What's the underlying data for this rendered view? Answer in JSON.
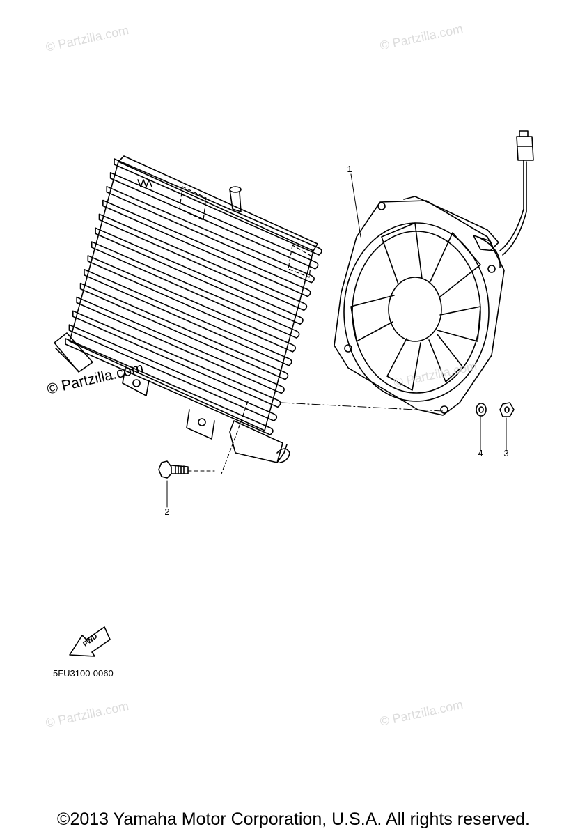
{
  "callouts": {
    "fan_motor": "1",
    "bolt": "2",
    "nut": "3",
    "washer": "4"
  },
  "watermark_text": "© Partzilla.com",
  "diagram_code": "5FU3100-0060",
  "fwd_label": "FWD",
  "copyright": "©2013 Yamaha Motor Corporation, U.S.A. All rights reserved."
}
